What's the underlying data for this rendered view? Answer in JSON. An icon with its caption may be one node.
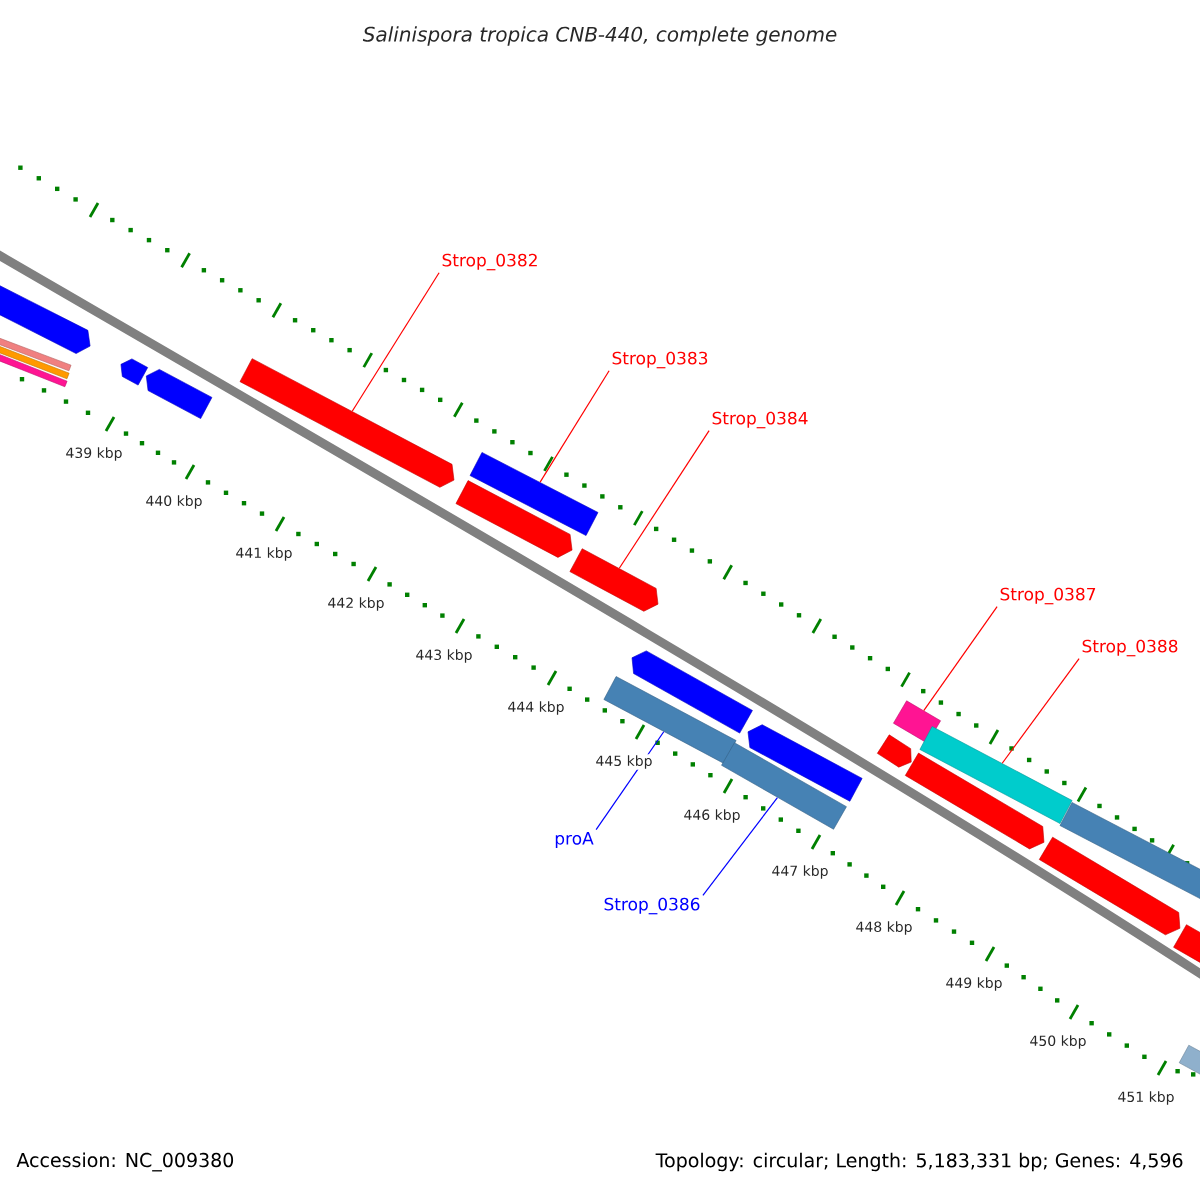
{
  "diagram": {
    "title": "Salinispora tropica CNB-440, complete genome",
    "nodes": [
      {
        "text": [
          "Strop_0382"
        ]
      },
      {
        "text": [
          "Strop_0383"
        ]
      },
      {
        "text": [
          "Strop_0384"
        ]
      },
      {
        "text": [
          "Strop_0387"
        ]
      },
      {
        "text": [
          "Strop_0388"
        ]
      },
      {
        "text": [
          "proA"
        ]
      },
      {
        "text": [
          "Strop_0386"
        ]
      },
      {
        "text": [],
        "shape": "bar"
      },
      {
        "text": [],
        "shape": "bar"
      },
      {
        "text": [],
        "shape": "bar"
      },
      {
        "text": [],
        "shape": "bar"
      },
      {
        "text": [],
        "shape": "bar"
      },
      {
        "text": [],
        "shape": "bar"
      },
      {
        "text": [],
        "shape": "bar"
      },
      {
        "text": [],
        "shape": "bar"
      },
      {
        "text": [],
        "shape": "bar"
      },
      {
        "text": [],
        "shape": "bar"
      },
      {
        "text": [],
        "shape": "bar"
      },
      {
        "text": [],
        "shape": "bar"
      },
      {
        "text": [],
        "shape": "bar"
      },
      {
        "text": [],
        "shape": "bar"
      },
      {
        "text": [],
        "shape": "bar"
      },
      {
        "text": [],
        "shape": "bar"
      },
      {
        "text": [],
        "shape": "bar"
      },
      {
        "text": [],
        "shape": "bar"
      },
      {
        "text": [],
        "shape": "bar"
      },
      {
        "text": [],
        "shape": "bar"
      },
      {
        "text": [],
        "shape": "bar"
      },
      {
        "text": [],
        "shape": "bar"
      }
    ],
    "edges": [
      {
        "from": 0,
        "to": 13,
        "arrow": "none"
      },
      {
        "from": 1,
        "to": 15,
        "arrow": "none"
      },
      {
        "from": 2,
        "to": 16,
        "arrow": "none"
      },
      {
        "from": 3,
        "to": 22,
        "arrow": "none"
      },
      {
        "from": 4,
        "to": 24,
        "arrow": "none"
      },
      {
        "from": 5,
        "to": 17,
        "arrow": "none",
        "color": "#0000ff"
      },
      {
        "from": 6,
        "to": 19,
        "arrow": "none",
        "color": "#0000ff"
      }
    ],
    "labels": [
      "439 kbp",
      "440 kbp",
      "441 kbp",
      "442 kbp",
      "443 kbp",
      "444 kbp",
      "445 kbp",
      "446 kbp",
      "447 kbp",
      "448 kbp",
      "449 kbp",
      "450 kbp",
      "451 kbp",
      "Accession: NC_009380",
      "Topology: circular; Length: 5,183,331 bp; Genes: 4,596"
    ]
  }
}
